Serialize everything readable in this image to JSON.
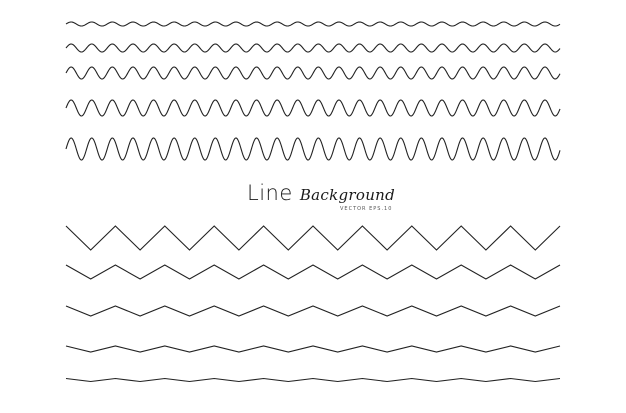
{
  "title": {
    "word_line": "Line",
    "word_background": "Background"
  },
  "subtitle": "VECTOR  EPS.10",
  "colors": {
    "background": "#ffffff",
    "stroke": "#222222"
  }
}
